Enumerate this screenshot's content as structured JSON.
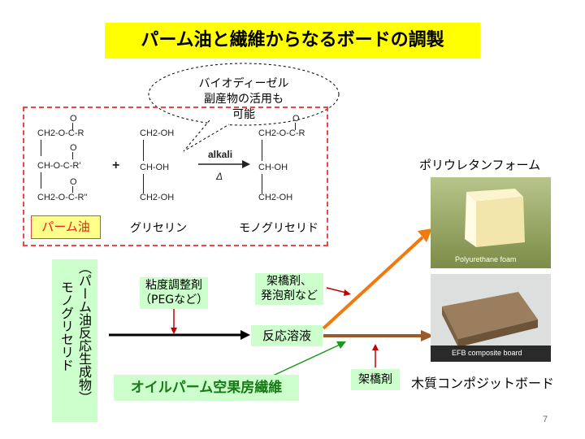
{
  "title": "パーム油と繊維からなるボードの調製",
  "bubble": {
    "line1": "バイオディーゼル",
    "line2": "副産物の活用も",
    "line3": "可能"
  },
  "reaction": {
    "palm_oil": "パーム油",
    "glycerin": "グリセリン",
    "monoglyceride": "モノグリセリド",
    "catalyst": "alkali",
    "heat": "Δ",
    "plus": "+",
    "tri_rows": [
      "CH2-O-C-R",
      "CH-O-C-R'",
      "CH2-O-C-R\""
    ],
    "gly_rows": [
      "CH2-OH",
      "CH-OH",
      "CH2-OH"
    ],
    "mono_rows": [
      "CH2-O-C-R",
      "CH-OH",
      "CH2-OH"
    ],
    "carbonyl": "O"
  },
  "process": {
    "vertical_main": "モノグリセリド",
    "vertical_paren": "（パーム油反応生成物）",
    "viscosity": [
      "粘度調整剤",
      "（PEGなど）"
    ],
    "crosslink_foam": [
      "架橋剤、",
      "発泡剤など"
    ],
    "reaction_liquid": "反応溶液",
    "oil_palm_fiber": "オイルパーム空果房繊維",
    "crosslink": "架橋剤"
  },
  "products": {
    "foam_title": "ポリウレタンフォーム",
    "foam_photo_label": "Polyurethane foam",
    "board_title": "木質コンポジットボード",
    "board_photo_label": "EFB composite board"
  },
  "page_number": "7",
  "colors": {
    "title_bg": "#ffff00",
    "dashed": "#e8484a",
    "green_box": "#ccffcc",
    "orange_arrow": "#f07a10",
    "brown_arrow": "#9b5a2a",
    "red_arrow": "#c00000",
    "green_arrow": "#1a9a1a"
  }
}
